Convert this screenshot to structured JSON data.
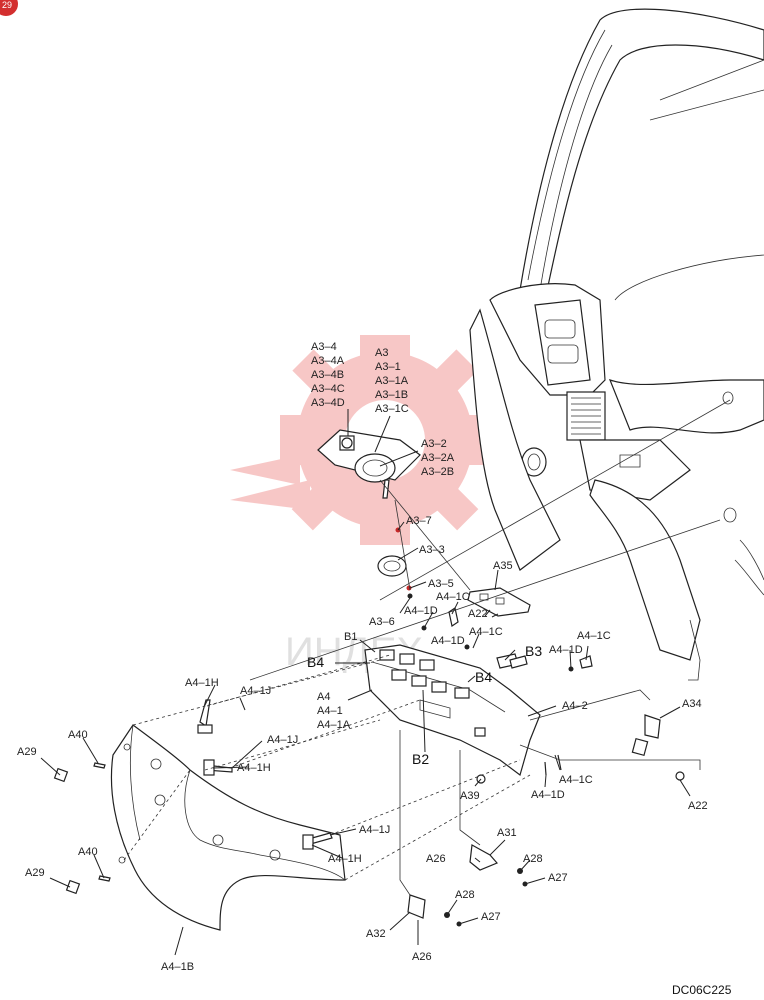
{
  "diagram": {
    "code": "DC06C225",
    "corner_badge": "29",
    "watermark": "ИНДЕХ",
    "colors": {
      "watermark": "#e53935",
      "line": "#222222",
      "badge": "#d32f2f"
    }
  },
  "callouts": {
    "a3_4": "A3–4",
    "a3_4a": "A3–4A",
    "a3_4b": "A3–4B",
    "a3_4c": "A3–4C",
    "a3_4d": "A3–4D",
    "a3": "A3",
    "a3_1": "A3–1",
    "a3_1a": "A3–1A",
    "a3_1b": "A3–1B",
    "a3_1c": "A3–1C",
    "a3_2": "A3–2",
    "a3_2a": "A3–2A",
    "a3_2b": "A3–2B",
    "a3_7": "A3–7",
    "a3_3": "A3–3",
    "a3_5": "A3–5",
    "a3_6": "A3–6",
    "a35": "A35",
    "a4_1c_1": "A4–1C",
    "a4_1c_2": "A4–1C",
    "a4_1c_3": "A4–1C",
    "a4_1c_4": "A4–1C",
    "a4_1d_1": "A4–1D",
    "a4_1d_2": "A4–1D",
    "a4_1d_3": "A4–1D",
    "a4_1d_4": "A4–1D",
    "a22_1": "A22",
    "a22_2": "A22",
    "b1": "B1",
    "b4_1": "B4",
    "b4_2": "B4",
    "b3": "B3",
    "b2": "B2",
    "a4_1h_1": "A4–1H",
    "a4_1h_2": "A4–1H",
    "a4_1h_3": "A4–1H",
    "a4_1j_1": "A4–1J",
    "a4_1j_2": "A4–1J",
    "a4_1j_3": "A4–1J",
    "a4": "A4",
    "a4_1": "A4–1",
    "a4_1a": "A4–1A",
    "a4_2": "A4–2",
    "a34": "A34",
    "a40_1": "A40",
    "a40_2": "A40",
    "a29_1": "A29",
    "a29_2": "A29",
    "a39": "A39",
    "a31": "A31",
    "a26_1": "A26",
    "a26_2": "A26",
    "a28_1": "A28",
    "a28_2": "A28",
    "a27_1": "A27",
    "a27_2": "A27",
    "a32": "A32",
    "a4_1b": "A4–1B"
  }
}
